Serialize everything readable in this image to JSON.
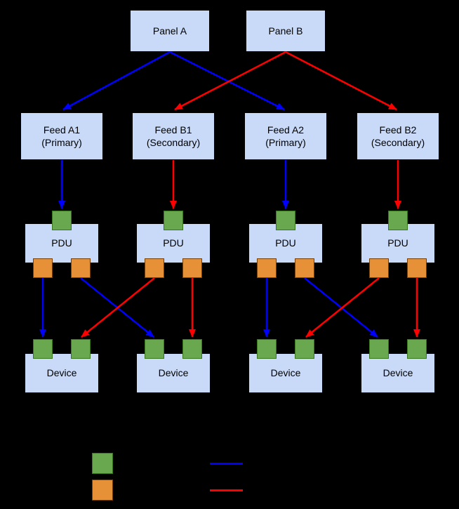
{
  "colors": {
    "background": "#000000",
    "box_fill": "#c9daf8",
    "green": "#6aa84f",
    "green_border": "#38761d",
    "orange": "#e69138",
    "orange_border": "#783f04",
    "blue": "#0000ff",
    "red": "#ff0000",
    "text": "#000000"
  },
  "nodes": {
    "panels": [
      {
        "label": "Panel A"
      },
      {
        "label": "Panel B"
      }
    ],
    "feeds": [
      {
        "line1": "Feed A1",
        "line2": "(Primary)"
      },
      {
        "line1": "Feed B1",
        "line2": "(Secondary)"
      },
      {
        "line1": "Feed A2",
        "line2": "(Primary)"
      },
      {
        "line1": "Feed B2",
        "line2": "(Secondary)"
      }
    ],
    "pdus": [
      {
        "label": "PDU"
      },
      {
        "label": "PDU"
      },
      {
        "label": "PDU"
      },
      {
        "label": "PDU"
      }
    ],
    "devices": [
      {
        "label": "Device"
      },
      {
        "label": "Device"
      },
      {
        "label": "Device"
      },
      {
        "label": "Device"
      }
    ]
  },
  "legend": {
    "swatches": [
      {
        "name": "green-square-swatch",
        "color": "#6aa84f"
      },
      {
        "name": "orange-square-swatch",
        "color": "#e69138"
      }
    ],
    "lines": [
      {
        "name": "blue-line-swatch",
        "color": "#0000ff"
      },
      {
        "name": "red-line-swatch",
        "color": "#ff0000"
      }
    ]
  }
}
